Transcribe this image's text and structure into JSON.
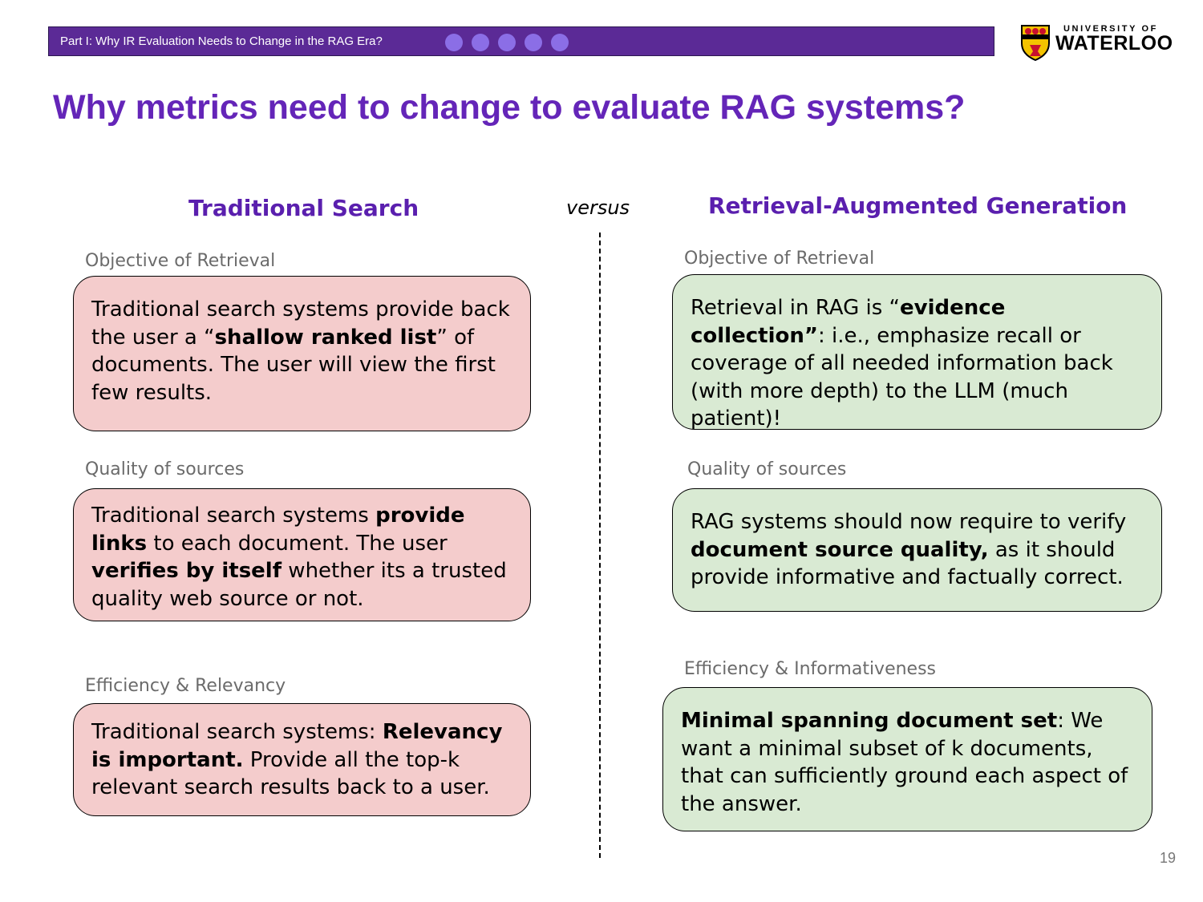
{
  "header": {
    "section": "Part I: Why IR Evaluation Needs to Change in the RAG Era?",
    "progress_dots": 5
  },
  "logo": {
    "line1": "UNIVERSITY OF",
    "line2": "WATERLOO"
  },
  "title": "Why metrics need to change to evaluate RAG systems?",
  "left": {
    "heading": "Traditional Search",
    "sections": [
      {
        "label": "Objective of Retrieval",
        "parts": [
          {
            "t": "Traditional search systems provide back the user a “",
            "b": false
          },
          {
            "t": "shallow ranked list",
            "b": true
          },
          {
            "t": "” of documents. The user will view the first few results.",
            "b": false
          }
        ]
      },
      {
        "label": "Quality of sources",
        "parts": [
          {
            "t": "Traditional search systems ",
            "b": false
          },
          {
            "t": "provide links",
            "b": true
          },
          {
            "t": " to each document. The user ",
            "b": false
          },
          {
            "t": "verifies by itself",
            "b": true
          },
          {
            "t": " whether its a trusted quality web source or not.",
            "b": false
          }
        ]
      },
      {
        "label": "Efficiency & Relevancy",
        "parts": [
          {
            "t": "Traditional search systems: ",
            "b": false
          },
          {
            "t": "Relevancy is important.",
            "b": true
          },
          {
            "t": " Provide all the top-k relevant search results back to a user.",
            "b": false
          }
        ]
      }
    ]
  },
  "versus": "versus",
  "right": {
    "heading": "Retrieval-Augmented Generation",
    "sections": [
      {
        "label": "Objective of Retrieval",
        "parts": [
          {
            "t": "Retrieval in RAG is “",
            "b": false
          },
          {
            "t": "evidence collection”",
            "b": true
          },
          {
            "t": ": i.e., emphasize recall or coverage of all needed information back (with more depth) to the LLM (much patient)!",
            "b": false
          }
        ]
      },
      {
        "label": "Quality of sources",
        "parts": [
          {
            "t": "RAG systems should now require to verify ",
            "b": false
          },
          {
            "t": "document source quality,",
            "b": true
          },
          {
            "t": " as it should provide informative and factually correct.",
            "b": false
          }
        ]
      },
      {
        "label": "Efficiency & Informativeness",
        "parts": [
          {
            "t": "Minimal spanning document set",
            "b": true
          },
          {
            "t": ": We want a minimal subset of k documents, that can sufficiently ground each aspect of the answer.",
            "b": false
          }
        ]
      }
    ]
  },
  "page_number": "19",
  "colors": {
    "bar": "#5b2a96",
    "title": "#6425b8",
    "left_card": "#f4cccc",
    "right_card": "#d9ead3"
  }
}
